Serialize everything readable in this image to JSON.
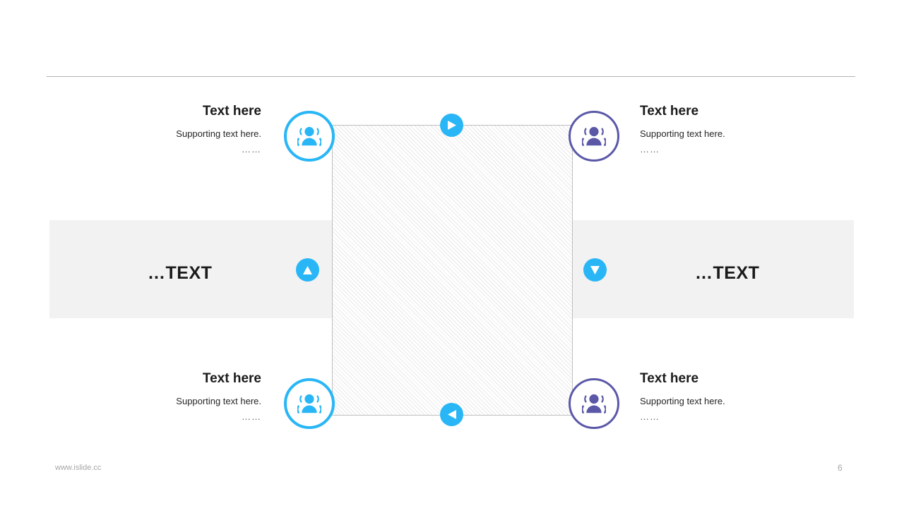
{
  "slide": {
    "page_number": "6",
    "website": "www.islide.cc",
    "accent_blue": "#29b6f6",
    "accent_purple": "#5b58a8",
    "band_color": "#f2f2f2",
    "rule_color": "#b3b3b3"
  },
  "nodes": [
    {
      "id": "top-left",
      "icon": "users-icon",
      "color": "#29b6f6",
      "title": "Text here",
      "supporting": "Supporting text here.",
      "dots": "……"
    },
    {
      "id": "top-right",
      "icon": "users-icon",
      "color": "#5b58a8",
      "title": "Text here",
      "supporting": "Supporting text here.",
      "dots": "……"
    },
    {
      "id": "bottom-left",
      "icon": "users-icon",
      "color": "#29b6f6",
      "title": "Text here",
      "supporting": "Supporting text here.",
      "dots": "……"
    },
    {
      "id": "bottom-right",
      "icon": "users-icon",
      "color": "#5b58a8",
      "title": "Text here",
      "supporting": "Supporting text here.",
      "dots": "……"
    }
  ],
  "arrows": [
    {
      "id": "top",
      "icon": "arrow-right-icon",
      "direction": "right"
    },
    {
      "id": "right",
      "icon": "arrow-down-icon",
      "direction": "down"
    },
    {
      "id": "bottom",
      "icon": "arrow-left-icon",
      "direction": "left"
    },
    {
      "id": "left",
      "icon": "arrow-up-icon",
      "direction": "up"
    }
  ],
  "side_labels": {
    "left": "…TEXT",
    "right": "…TEXT"
  }
}
